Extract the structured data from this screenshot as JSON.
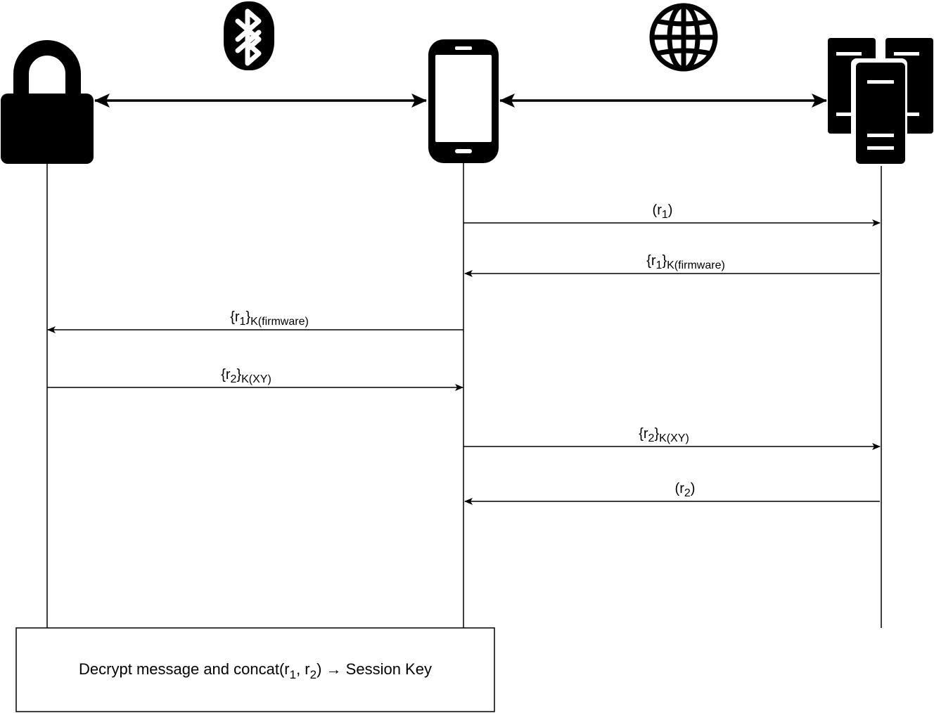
{
  "participants": [
    {
      "id": "lock",
      "icon": "padlock-icon"
    },
    {
      "id": "phone",
      "icon": "smartphone-icon"
    },
    {
      "id": "server",
      "icon": "server-rack-icon"
    }
  ],
  "links": [
    {
      "from": "lock",
      "to": "phone",
      "icon": "bluetooth-icon"
    },
    {
      "from": "phone",
      "to": "server",
      "icon": "globe-icon"
    }
  ],
  "messages": [
    {
      "from": "phone",
      "to": "server",
      "label": {
        "pre": "(r",
        "sub1": "1",
        "mid": ")",
        "sub2": "",
        "post": ""
      }
    },
    {
      "from": "server",
      "to": "phone",
      "label": {
        "pre": "{r",
        "sub1": "1",
        "mid": "}",
        "sub2": "K(firmware)",
        "post": ""
      }
    },
    {
      "from": "phone",
      "to": "lock",
      "label": {
        "pre": "{r",
        "sub1": "1",
        "mid": "}",
        "sub2": "K(firmware)",
        "post": ""
      }
    },
    {
      "from": "lock",
      "to": "phone",
      "label": {
        "pre": "{r",
        "sub1": "2",
        "mid": "}",
        "sub2": "K(XY)",
        "post": ""
      }
    },
    {
      "from": "phone",
      "to": "server",
      "label": {
        "pre": "{r",
        "sub1": "2",
        "mid": "}",
        "sub2": "K(XY)",
        "post": ""
      }
    },
    {
      "from": "server",
      "to": "phone",
      "label": {
        "pre": "(r",
        "sub1": "2",
        "mid": ")",
        "sub2": "",
        "post": ""
      }
    }
  ],
  "note": {
    "pre": "Decrypt message and concat(r",
    "sub1": "1",
    "mid": ", r",
    "sub2": "2",
    "post": ") → Session Key"
  }
}
